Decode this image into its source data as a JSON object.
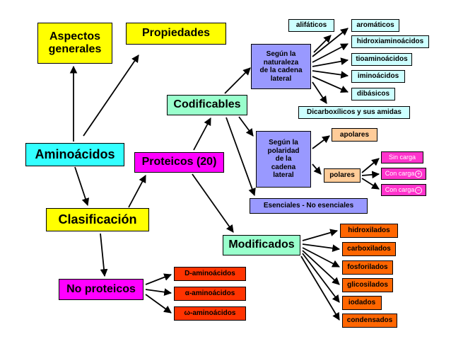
{
  "nodes": {
    "aspectos": "Aspectos\ngenerales",
    "propiedades": "Propiedades",
    "aminoacidos": "Aminoácidos",
    "clasificacion": "Clasificación",
    "proteicos": "Proteicos (20)",
    "no_proteicos": "No proteicos",
    "codificables": "Codificables",
    "modificados": "Modificados",
    "naturaleza": "Según la\nnaturaleza\nde la cadena\nlateral",
    "polaridad": "Según la\npolaridad\nde la\ncadena\nlateral",
    "esenciales": "Esenciales - No esenciales",
    "alifaticos": "alifáticos",
    "aromaticos": "aromáticos",
    "hidroxi": "hidroxiaminoácidos",
    "tio": "tioaminoácidos",
    "imino": "iminoácidos",
    "dibasicos": "dibásicos",
    "dicarboxilicos": "Dicarboxílicos y sus amidas",
    "apolares": "apolares",
    "polares": "polares",
    "sin_carga": "Sin carga",
    "con_carga_pos": "Con carga",
    "con_carga_neg": "Con carga",
    "d_amino": "D-aminoácidos",
    "alpha_amino": "α-aminoácidos",
    "omega_amino": "ω-aminoácidos",
    "hidroxilados": "hidroxilados",
    "carboxilados": "carboxilados",
    "fosforilados": "fosforilados",
    "glicosilados": "glicosilados",
    "iodados": "iodados",
    "condensados": "condensados"
  },
  "symbols": {
    "plus": "+",
    "minus": "−"
  },
  "colors": {
    "yellow": "#ffff00",
    "cyan": "#33ffff",
    "lightcyan": "#ccffff",
    "green": "#99ffcc",
    "magenta": "#ff00ff",
    "lavender": "#9999ff",
    "peach": "#ffcc99",
    "orange": "#ff6600",
    "pink": "#ff33cc",
    "red": "#ff3300"
  }
}
